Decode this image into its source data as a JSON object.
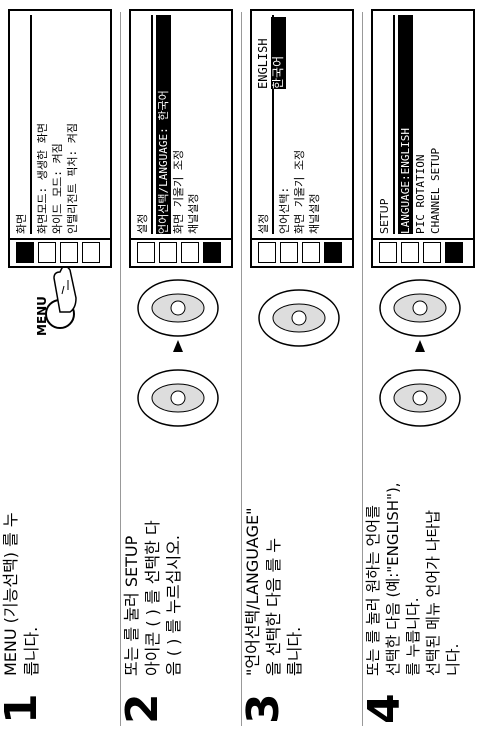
{
  "steps": [
    {
      "num": "1",
      "text": "MENU (기능선택) 를 누\n릅니다.",
      "button_label": "MENU",
      "screen": {
        "title": "화면",
        "lines": [
          "화면모드: 생생한 화면",
          "와이드 모드: 켜짐",
          "인텔리전트 픽처: 켜짐"
        ]
      }
    },
    {
      "num": "2",
      "text": "또는 를 눌러 SETUP\n아이콘 ( ) 를 선택한 다\n음 ( ) 를 누르십시오.",
      "screen": {
        "title": "설정",
        "lines": [
          "언어선택/LANGUAGE: 한국어",
          "화면 기울기 조정",
          "채널설정"
        ]
      }
    },
    {
      "num": "3",
      "text": "\"언어선택/LANGUAGE\"\n을 선택한 다음 를 누\n릅니다.",
      "screen": {
        "title": "설정",
        "lines": [
          "언어선택:",
          "화면 기울기 조정",
          "채널설정"
        ],
        "options": [
          "ENGLISH",
          "한국어"
        ]
      }
    },
    {
      "num": "4",
      "text": "또는 를 눌러 원하는 언어를\n선택한 다음 (예:\"ENGLISH\"),\n를 누릅니다.\n선택된 메뉴 언어가 나타납\n니다.",
      "screen": {
        "title": "SETUP",
        "lines": [
          "LANGUAGE:ENGLISH",
          "PIC ROTATION",
          "CHANNEL SETUP"
        ]
      }
    }
  ]
}
